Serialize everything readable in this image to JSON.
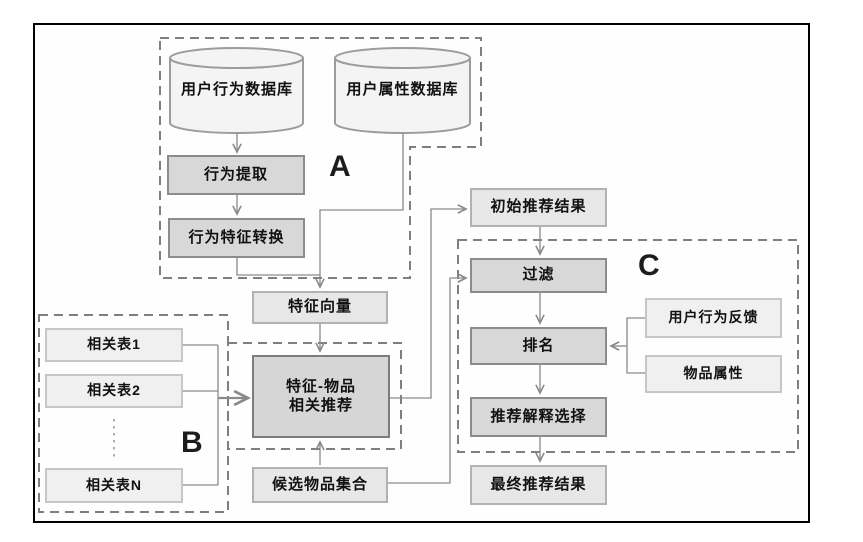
{
  "diagram": {
    "groups": {
      "a": "A",
      "b": "B",
      "c": "C"
    },
    "nodes": {
      "db_behavior": "用户行为数据库",
      "db_attribute": "用户属性数据库",
      "extract": "行为提取",
      "transform": "行为特征转换",
      "feature_vector": "特征向量",
      "rec_line1": "特征-物品",
      "rec_line2": "相关推荐",
      "related1": "相关表1",
      "related2": "相关表2",
      "relatedN": "相关表N",
      "candidate": "候选物品集合",
      "initial": "初始推荐结果",
      "filter": "过滤",
      "ranking": "排名",
      "explanation": "推荐解释选择",
      "final": "最终推荐结果",
      "feedback": "用户行为反馈",
      "item_attr": "物品属性"
    },
    "colors": {
      "connector": "#8a8a8a",
      "dashed_group_border": "#7f7f7f",
      "light_box_fill": "#e7e7e7",
      "light_box_border": "#b2b2b2",
      "dark_box_fill": "#d8d8d8",
      "dark_box_border": "#8c8c8c",
      "pale_box_fill": "#f0f0f0",
      "pale_box_border": "#c6c6c6",
      "cylinder_fill": "#f4f4f4",
      "cylinder_border": "#9c9c9c",
      "frame_border": "#000000"
    }
  }
}
